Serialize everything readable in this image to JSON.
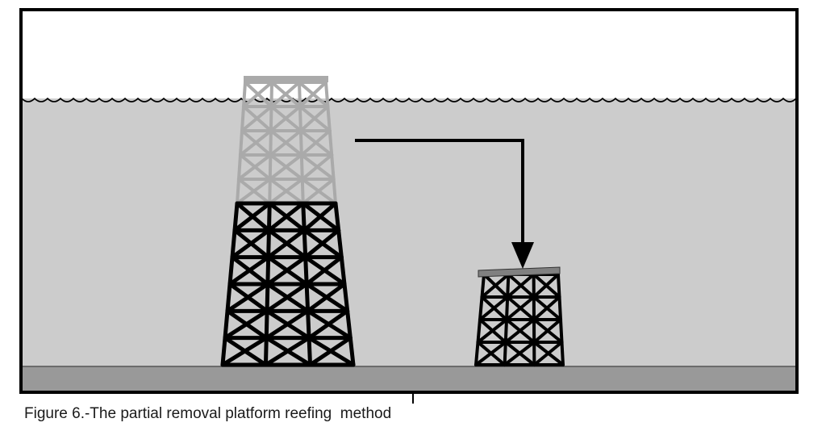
{
  "caption": "Figure 6.-The partial removal platform reefing  method",
  "colors": {
    "sky": "#ffffff",
    "water": "#cccccc",
    "seabed": "#999999",
    "frame": "#000000",
    "removed_section": "#aaaaaa",
    "remaining_section": "#000000",
    "reef_deck": "#808080"
  },
  "parts": {
    "sea_surface": "wavy-line",
    "removed_top": "light-grey-lattice",
    "remaining_jacket": "black-lattice",
    "reefed_section": "black-lattice",
    "transfer": "arrow-right-then-down"
  }
}
